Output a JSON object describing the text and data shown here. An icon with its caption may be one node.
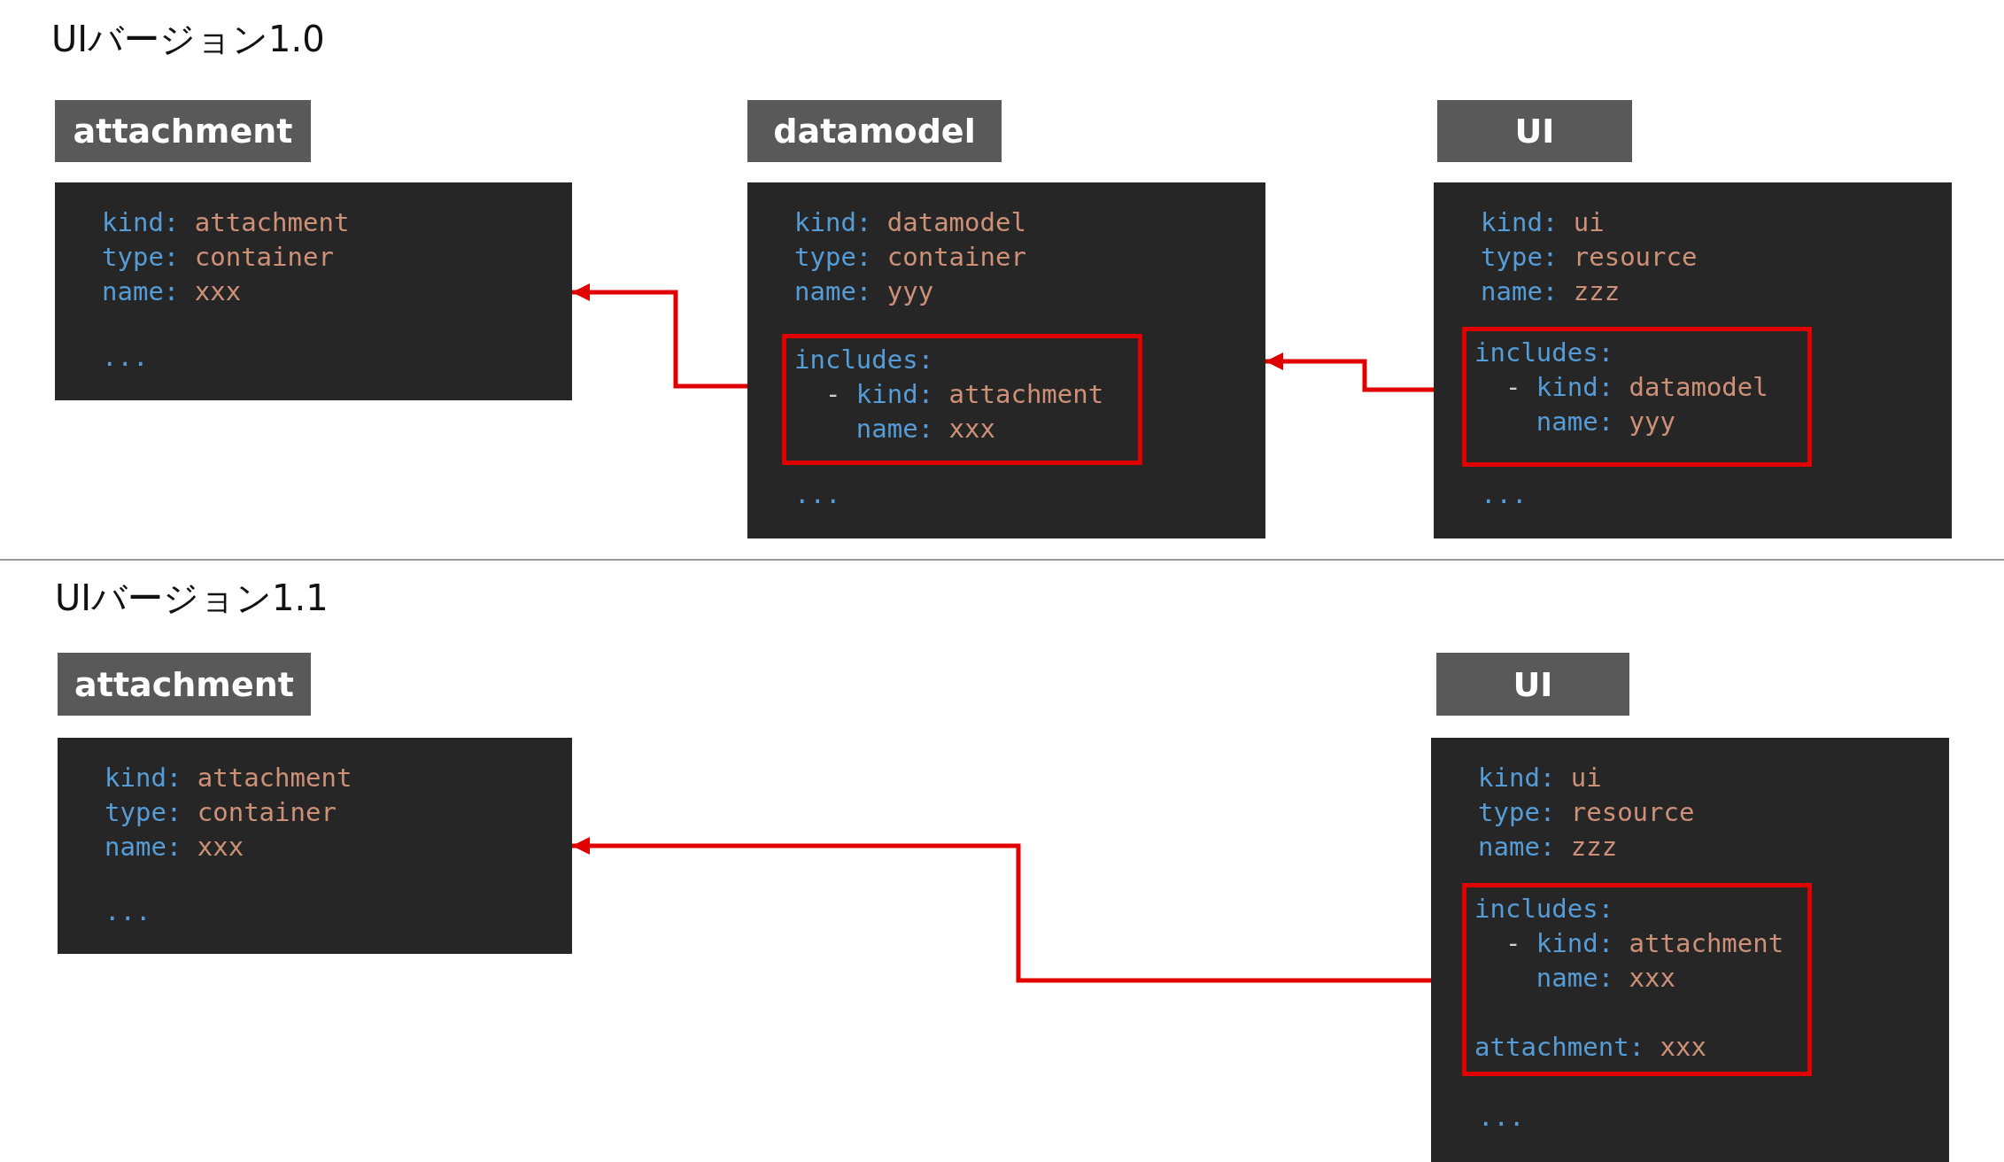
{
  "diagram": {
    "nodes": [
      {
        "text": [
          "attachment",
          "kind: attachment",
          "type: container",
          "name: xxx",
          "..."
        ]
      },
      {
        "text": [
          "datamodel",
          "kind: datamodel",
          "type: container",
          "name: yyy",
          "..."
        ]
      },
      {
        "text": [
          "includes:",
          "- kind: attachment",
          "name: xxx"
        ],
        "in": 1
      },
      {
        "text": [
          "UI",
          "kind: ui",
          "type: resource",
          "name: zzz",
          "..."
        ]
      },
      {
        "text": [
          "includes:",
          "- kind: datamodel",
          "name: yyy"
        ],
        "in": 3
      },
      {
        "text": [
          "attachment",
          "kind: attachment",
          "type: container",
          "name: xxx",
          "..."
        ]
      },
      {
        "text": [
          "UI",
          "kind: ui",
          "type: resource",
          "name: zzz",
          "..."
        ]
      },
      {
        "text": [
          "includes:",
          "- kind: attachment",
          "name: xxx",
          "attachment: xxx"
        ],
        "in": 6
      }
    ],
    "edges": [
      {
        "from": 2,
        "to": 0,
        "arrow": "to"
      },
      {
        "from": 4,
        "to": 1,
        "arrow": "to"
      },
      {
        "from": 7,
        "to": 5,
        "arrow": "to"
      }
    ],
    "labels": [
      "UIバージョン1.0",
      "UIバージョン1.1"
    ]
  }
}
